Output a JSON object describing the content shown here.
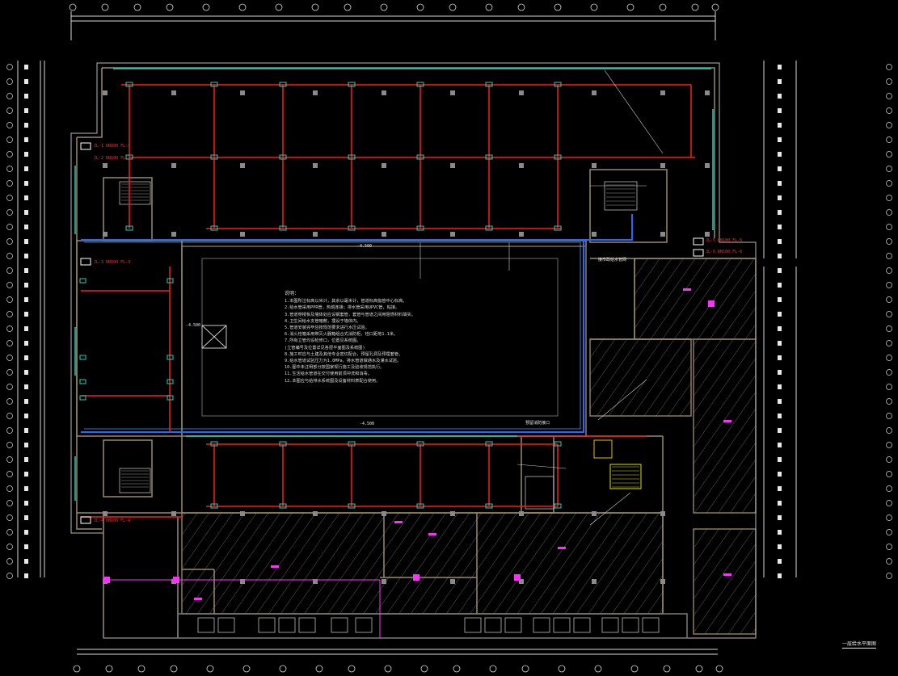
{
  "title": "一层给水平面图",
  "notes": {
    "heading": "说明：",
    "lines": [
      "1.本图所注标高以米计，其余以毫米计，管道标高指管中心标高。",
      "2.给水管采用PPR管，热熔连接；排水管采用UPVC管，粘接。",
      "3.管道穿楼板及墙体处应设钢套管，套管与管道之间用阻燃材料填实。",
      "4.卫生间给水支管暗敷，埋设于墙体内。",
      "5.管道安装完毕应按规范要求进行水压试验。",
      "6.消火栓箱采用带灭火器箱组合式消防柜，栓口距地1.1米。",
      "7.所有立管均设检修口，位置见系统图。",
      "  (立管编号及位置详见各层平面图及系统图)",
      "8.施工时应与土建及其他专业密切配合，预留孔洞及预埋套管。",
      "9.给水管道试验压力为1.0MPa，排水管道做通水及灌水试验。",
      "10.图中未注明部分按国家现行施工及验收规范执行。",
      "11.生活给水管道在交付使用前须冲洗和消毒。",
      "12.本图应与给排水系统图及设备材料表配合使用。"
    ]
  },
  "tags": {
    "riser_left": [
      "JL-1 DN100 FL-1",
      "JL-2 DN100 FL-2",
      "JL-3 DN100 FL-3",
      "JL-4 DN100 FL-4"
    ],
    "riser_right": [
      "JL-5 DN100 FL-5",
      "JL-6 DN100 FL-6"
    ],
    "levels": [
      "-4.500",
      "-4.500",
      "-4.500"
    ],
    "misc": [
      "接市政给水管网",
      "预留消防接口"
    ]
  },
  "colors": {
    "background": "#000000",
    "water_supply": "#ff1a1a",
    "fire_main": "#1e6bff",
    "sprinkler_head": "#20d0c0",
    "wall": "#9a8a6a",
    "grid": "#d8d8d8",
    "hatch": "#6a6a6a",
    "equipment": "#ff30ff",
    "pump": "#e0e000"
  }
}
